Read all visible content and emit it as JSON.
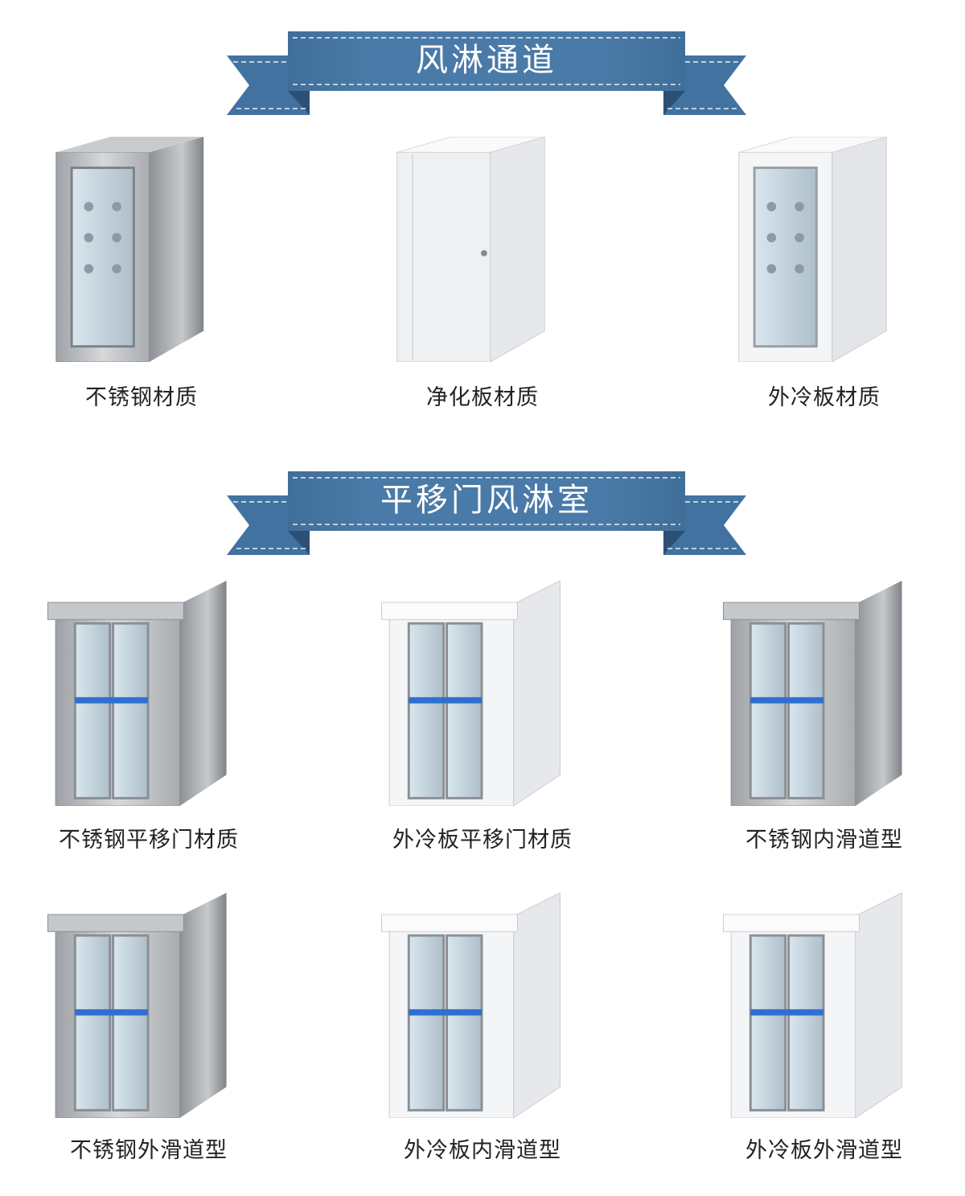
{
  "sections": [
    {
      "title": "风淋通道",
      "products": [
        {
          "label": "不锈钢材质"
        },
        {
          "label": "净化板材质"
        },
        {
          "label": "外冷板材质"
        }
      ]
    },
    {
      "title": "平移门风淋室",
      "products": [
        {
          "label": "不锈钢平移门材质"
        },
        {
          "label": "外冷板平移门材质"
        },
        {
          "label": "不锈钢内滑道型"
        },
        {
          "label": "不锈钢外滑道型"
        },
        {
          "label": "外冷板内滑道型"
        },
        {
          "label": "外冷板外滑道型"
        }
      ]
    }
  ],
  "colors": {
    "banner": "#4a79a5",
    "banner_dark": "#3a6690",
    "steel": "#b9bcc0",
    "white_panel": "#f2f3f5"
  }
}
